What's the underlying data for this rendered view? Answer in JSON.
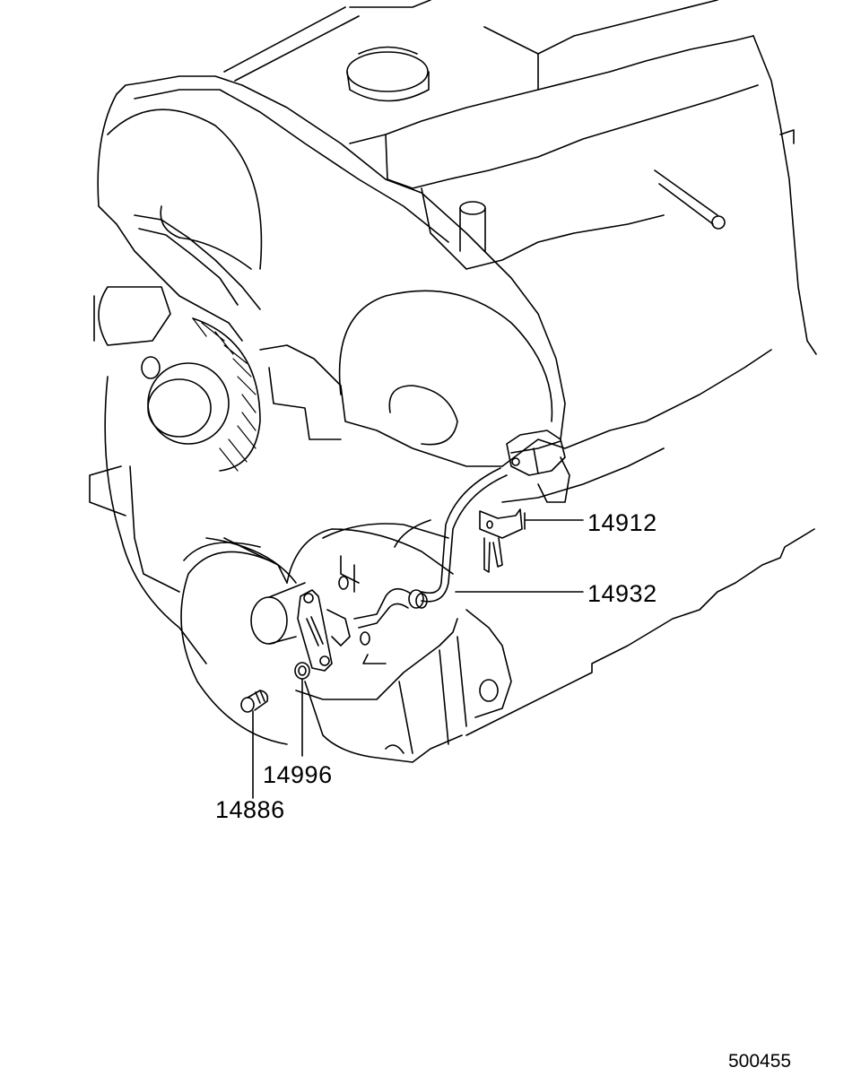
{
  "diagram": {
    "part_labels": [
      {
        "id": "14912"
      },
      {
        "id": "14932"
      },
      {
        "id": "14996"
      },
      {
        "id": "14886"
      }
    ],
    "figure_code": "500455"
  }
}
